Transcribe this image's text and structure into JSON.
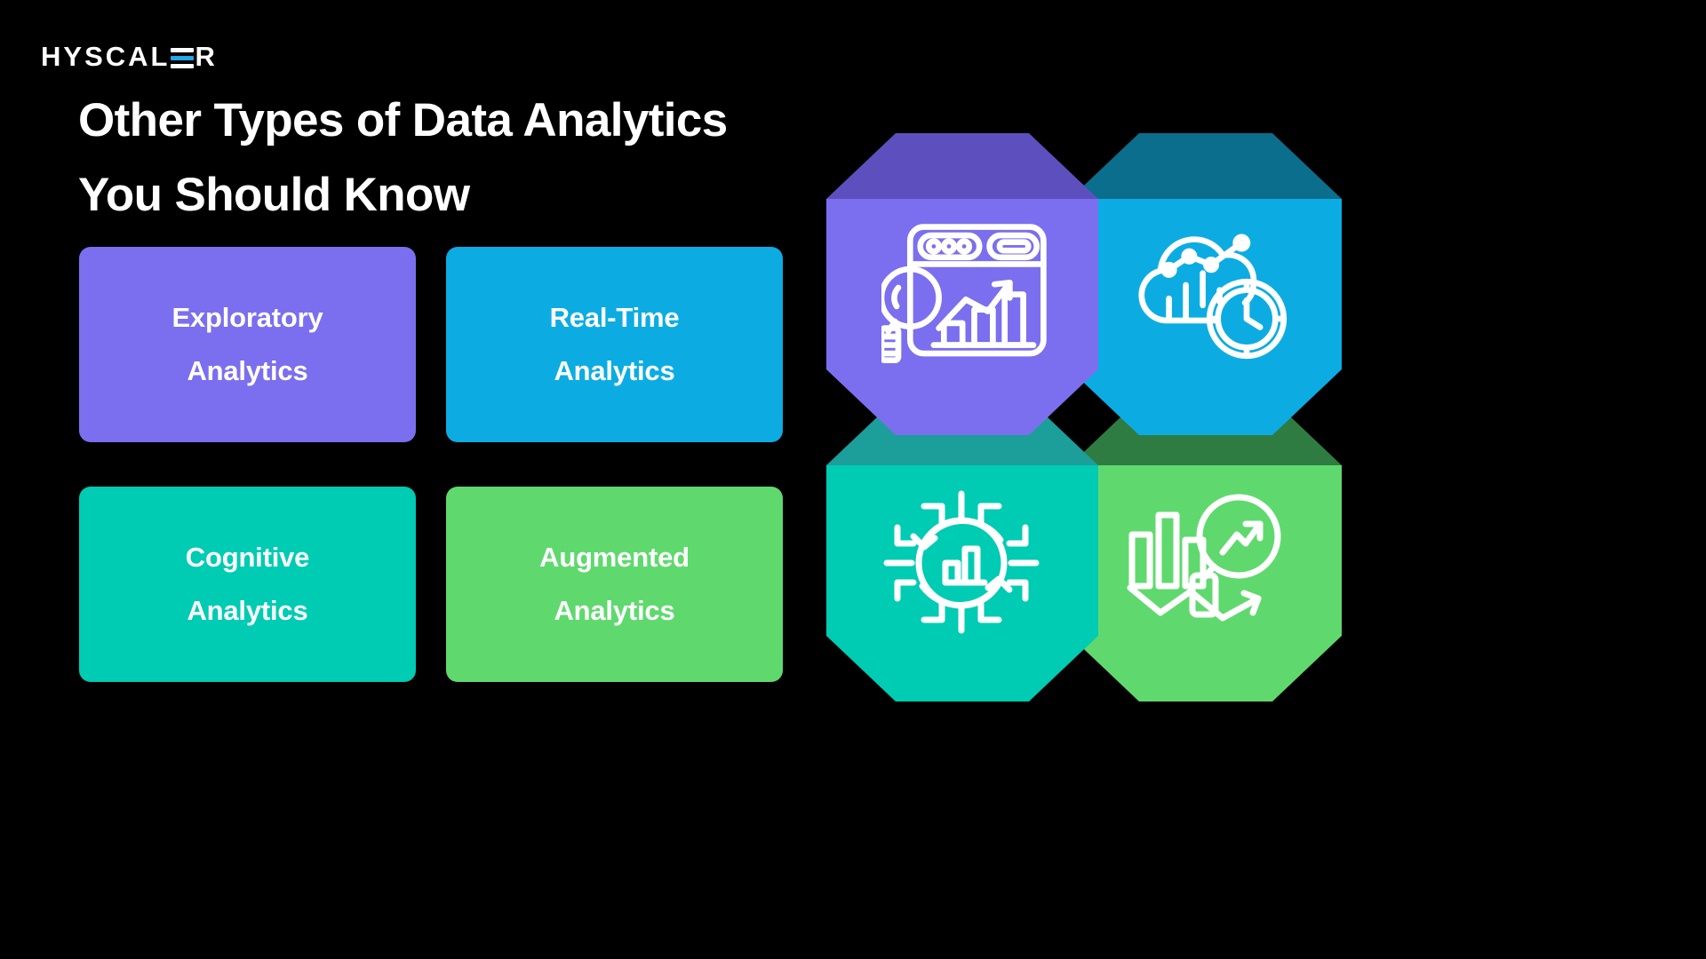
{
  "brand": {
    "logo_text_before": "HYSCAL",
    "logo_text_after": "R",
    "logo_icon": "stylized-e-bars",
    "logo_bar_accent_color": "#22A7E8",
    "logo_bar_color": "#FFFFFF"
  },
  "headline": {
    "line1": "Other Types of Data Analytics",
    "line2": "You Should Know",
    "color": "#FFFFFF"
  },
  "background_color": "#000000",
  "cards": [
    {
      "id": "exploratory-analytics",
      "line1": "Exploratory",
      "line2": "Analytics",
      "color": "#7B6FEF"
    },
    {
      "id": "real-time-analytics",
      "line1": "Real-Time",
      "line2": "Analytics",
      "color": "#0CACE3"
    },
    {
      "id": "cognitive-analytics",
      "line1": "Cognitive",
      "line2": "Analytics",
      "color": "#00CBB3"
    },
    {
      "id": "augmented-analytics",
      "line1": "Augmented",
      "line2": "Analytics",
      "color": "#5FD96E"
    }
  ],
  "artwork": {
    "description": "Four interlocking octagonal 3D tiles, each containing a white line icon",
    "tiles": [
      {
        "id": "tile-exploratory",
        "position": "top-left",
        "face_color": "#7B6FEF",
        "top_facet_color": "#5D50BE",
        "side_facet_color": "#6A5DD6",
        "icon": "browser-magnifier-barchart-icon"
      },
      {
        "id": "tile-realtime",
        "position": "top-right",
        "face_color": "#0CACE3",
        "top_facet_color": "#0A6E8C",
        "side_facet_color": "#2391CE",
        "icon": "cloud-clock-analytics-icon"
      },
      {
        "id": "tile-cognitive",
        "position": "bottom-left",
        "face_color": "#00CBB3",
        "top_facet_color": "#1C9E9B",
        "side_facet_color": "#13A896",
        "icon": "ai-chip-barchart-icon"
      },
      {
        "id": "tile-augmented",
        "position": "bottom-right",
        "face_color": "#5FD96E",
        "top_facet_color": "#2F7C43",
        "side_facet_color": "#3EA55A",
        "icon": "magnifier-trend-arrow-barchart-icon"
      }
    ]
  }
}
